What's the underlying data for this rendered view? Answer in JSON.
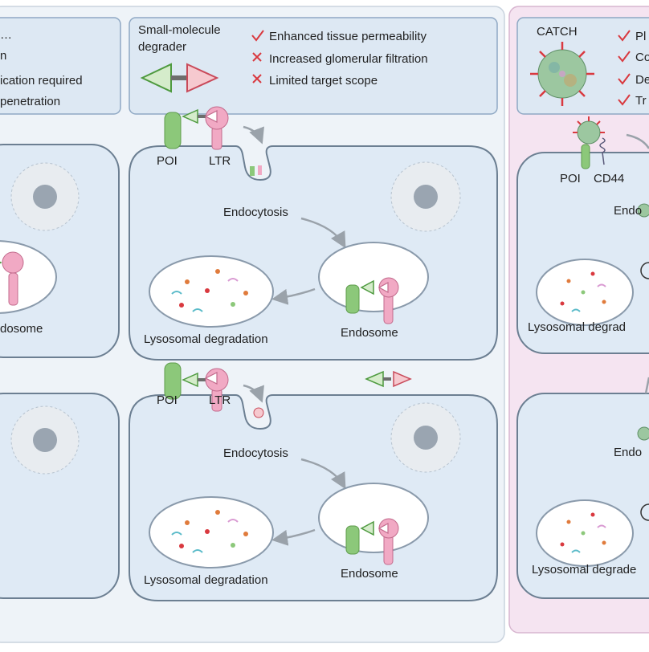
{
  "colors": {
    "left_panel_bg": "#eef3f8",
    "right_panel_bg": "#f5e4f1",
    "info_box_bg": "#dde8f3",
    "info_box_border": "#8fa8c4",
    "cell_fill": "#dfeaf5",
    "cell_stroke": "#6c7f92",
    "poi_green": "#8cc87a",
    "ltr_pink": "#f1a9c4",
    "check_red": "#d9393f",
    "arrow_gray": "#9aa2aa",
    "nucleus": "#9aa5b1"
  },
  "left_panel": {
    "partial_box": {
      "lines": [
        "…",
        "n",
        "ication required",
        "penetration"
      ]
    },
    "small_molecule_box": {
      "title_line1": "Small-molecule",
      "title_line2": "degrader",
      "items": [
        {
          "mark": "check",
          "text": "Enhanced tissue permeability"
        },
        {
          "mark": "cross",
          "text": "Increased glomerular filtration"
        },
        {
          "mark": "cross",
          "text": "Limited target scope"
        }
      ]
    },
    "top_row": {
      "left_cell": {
        "endosome_label": "dosome"
      },
      "right_cell": {
        "poi_label": "POI",
        "ltr_label": "LTR",
        "endocytosis_label": "Endocytosis",
        "lysosome_label": "Lysosomal degradation",
        "endosome_label": "Endosome"
      }
    },
    "bottom_row": {
      "right_cell": {
        "poi_label": "POI",
        "ltr_label": "LTR",
        "endocytosis_label": "Endocytosis",
        "lysosome_label": "Lysosomal degradation",
        "endosome_label": "Endosome"
      }
    }
  },
  "right_panel": {
    "catch_box": {
      "title": "CATCH",
      "items": [
        {
          "mark": "check",
          "text": "Pl"
        },
        {
          "mark": "check",
          "text": "Co"
        },
        {
          "mark": "check",
          "text": "De"
        },
        {
          "mark": "check",
          "text": "Tr"
        }
      ]
    },
    "top_cell": {
      "poi_label": "POI",
      "cd44_label": "CD44",
      "endocytosis_label": "Endo",
      "lysosome_label": "Lysosomal degrad"
    },
    "bottom_cell": {
      "endocytosis_label": "Endo",
      "lysosome_label": "Lysosomal degrade"
    }
  }
}
